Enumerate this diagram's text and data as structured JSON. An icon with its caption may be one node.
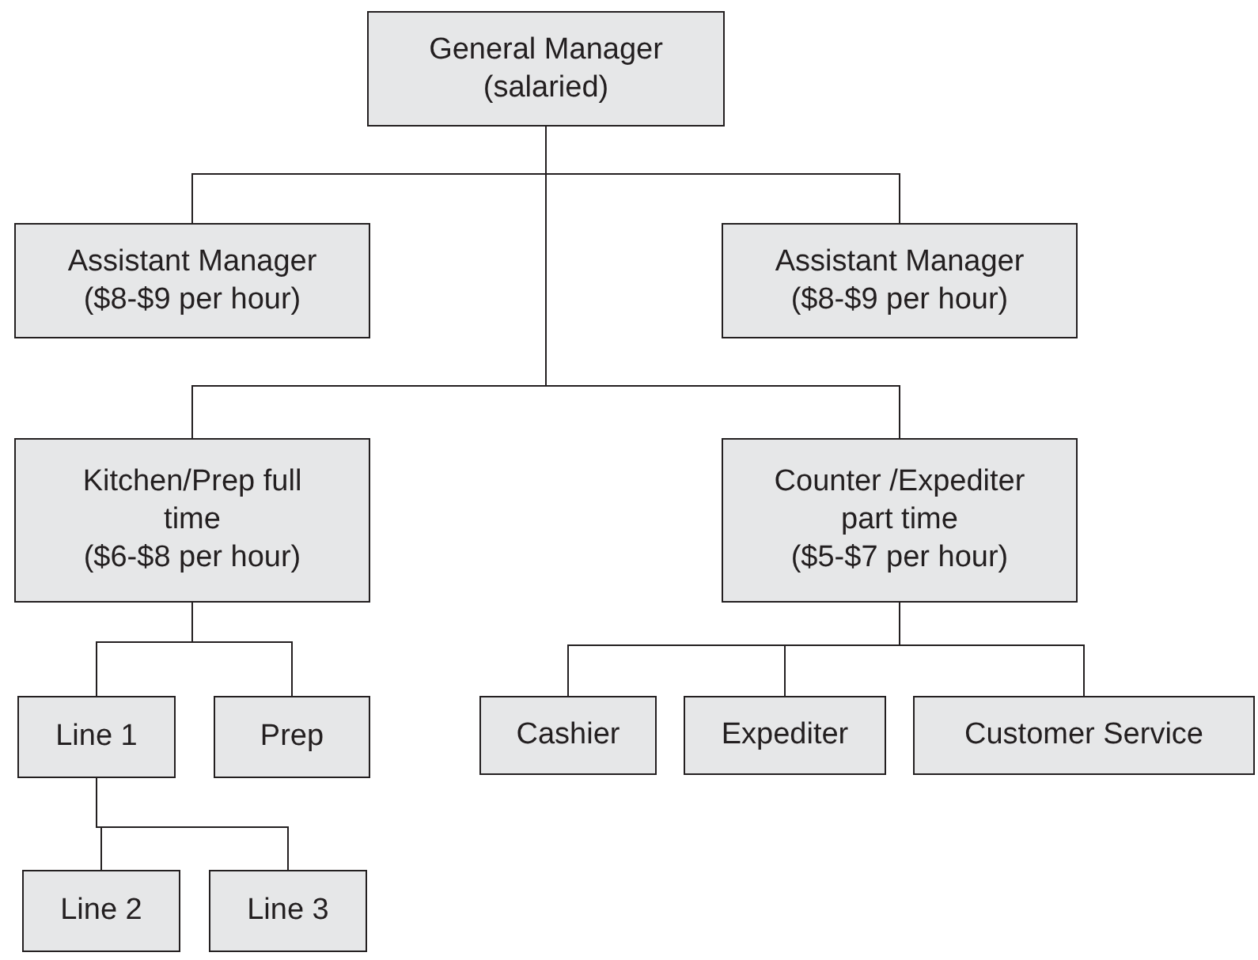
{
  "diagram": {
    "nodes": [
      {
        "text": [
          "General Manager",
          "(salaried)"
        ]
      },
      {
        "text": [
          "Assistant Manager",
          "($8-$9 per hour)"
        ]
      },
      {
        "text": [
          "Assistant Manager",
          "($8-$9 per hour)"
        ]
      },
      {
        "text": [
          "Kitchen/Prep full time",
          "($6-$8 per hour)"
        ]
      },
      {
        "text": [
          "Counter /Expediter part time",
          "($5-$7 per hour)"
        ]
      },
      {
        "text": [
          "Line 1"
        ]
      },
      {
        "text": [
          "Prep"
        ]
      },
      {
        "text": [
          "Cashier"
        ]
      },
      {
        "text": [
          "Expediter"
        ]
      },
      {
        "text": [
          "Customer Service"
        ]
      },
      {
        "text": [
          "Line 2"
        ]
      },
      {
        "text": [
          "Line 3"
        ]
      }
    ],
    "edges": [
      {
        "from": 0,
        "to": 1,
        "arrow": "none"
      },
      {
        "from": 0,
        "to": 2,
        "arrow": "none"
      },
      {
        "from": 0,
        "to": 3,
        "arrow": "none"
      },
      {
        "from": 0,
        "to": 4,
        "arrow": "none"
      },
      {
        "from": 3,
        "to": 5,
        "arrow": "none"
      },
      {
        "from": 3,
        "to": 6,
        "arrow": "none"
      },
      {
        "from": 4,
        "to": 7,
        "arrow": "none"
      },
      {
        "from": 4,
        "to": 8,
        "arrow": "none"
      },
      {
        "from": 4,
        "to": 9,
        "arrow": "none"
      },
      {
        "from": 5,
        "to": 10,
        "arrow": "none"
      },
      {
        "from": 5,
        "to": 11,
        "arrow": "none"
      }
    ]
  }
}
